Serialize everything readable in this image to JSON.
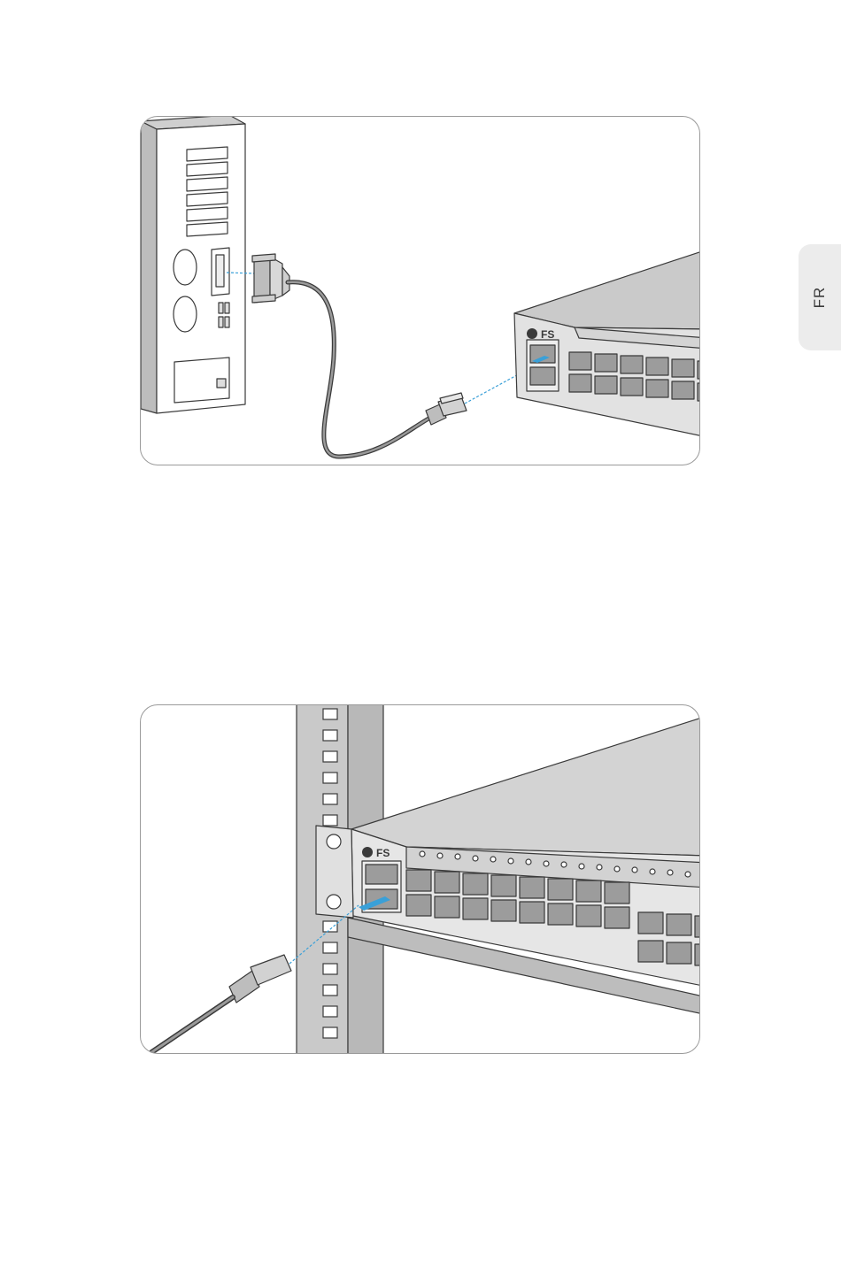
{
  "side_tab": {
    "label": "FR"
  },
  "figures": [
    {
      "id": "console-connection",
      "logo": "FS"
    },
    {
      "id": "rack-console-connection",
      "logo": "FS"
    }
  ],
  "colors": {
    "line": "#3a3a3a",
    "switch_body": "#d3d3d3",
    "switch_top": "#cacaca",
    "switch_front": "#e2e2e2",
    "port_fill": "#9c9c9c",
    "arrow_accent": "#3aa0d8"
  }
}
